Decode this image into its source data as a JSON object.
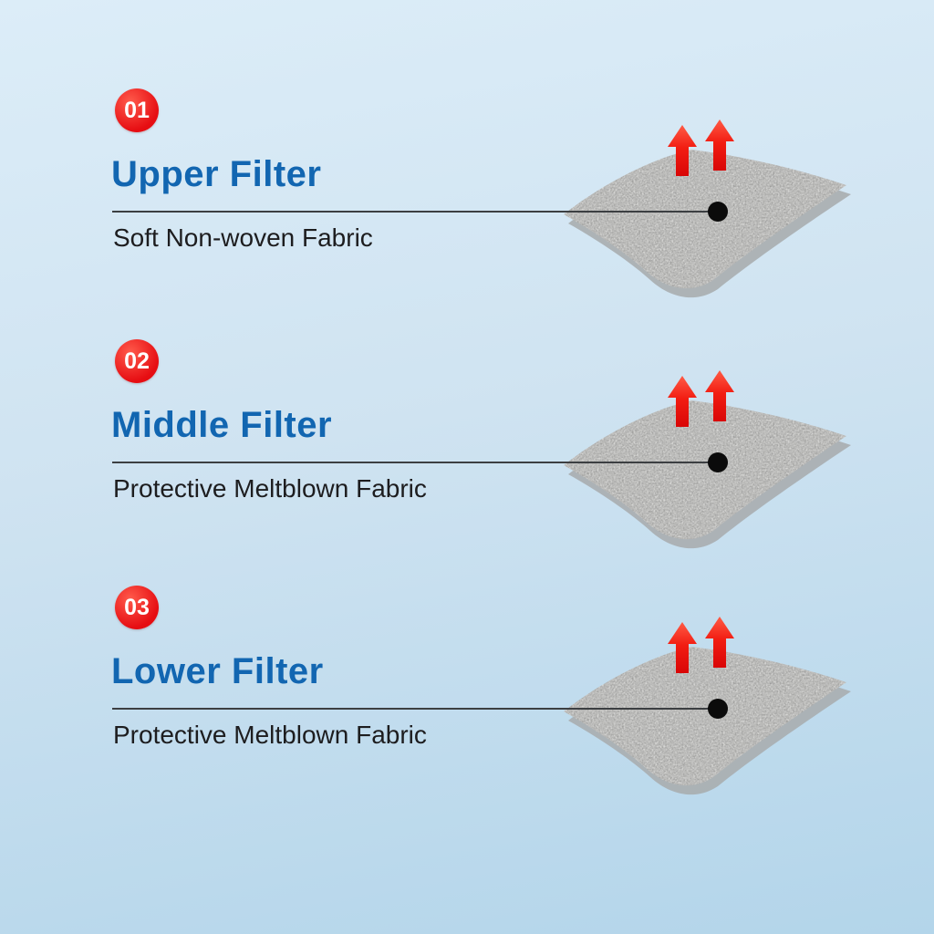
{
  "page": {
    "kind": "mask-filter-layers-infographic"
  },
  "sections": [
    {
      "number": "01",
      "title": "Upper Filter",
      "description": "Soft Non-woven Fabric"
    },
    {
      "number": "02",
      "title": "Middle Filter",
      "description": "Protective Meltblown Fabric"
    },
    {
      "number": "03",
      "title": "Lower Filter",
      "description": "Protective Meltblown Fabric"
    }
  ],
  "icons": {
    "arrows": "up-arrows-icon",
    "marker": "connector-dot"
  },
  "colors": {
    "background_top": "#dcedf8",
    "background_bottom": "#b3d5ea",
    "badge_red": "#e60d12",
    "title_blue": "#1266b1",
    "text_dark": "#1d1d1f",
    "line_dark": "#3c3f42",
    "dot_black": "#0b0b0b",
    "fabric_gray": "#d8d8d6",
    "fabric_shadow": "#a9adaf",
    "arrow_red": "#e8100c"
  }
}
